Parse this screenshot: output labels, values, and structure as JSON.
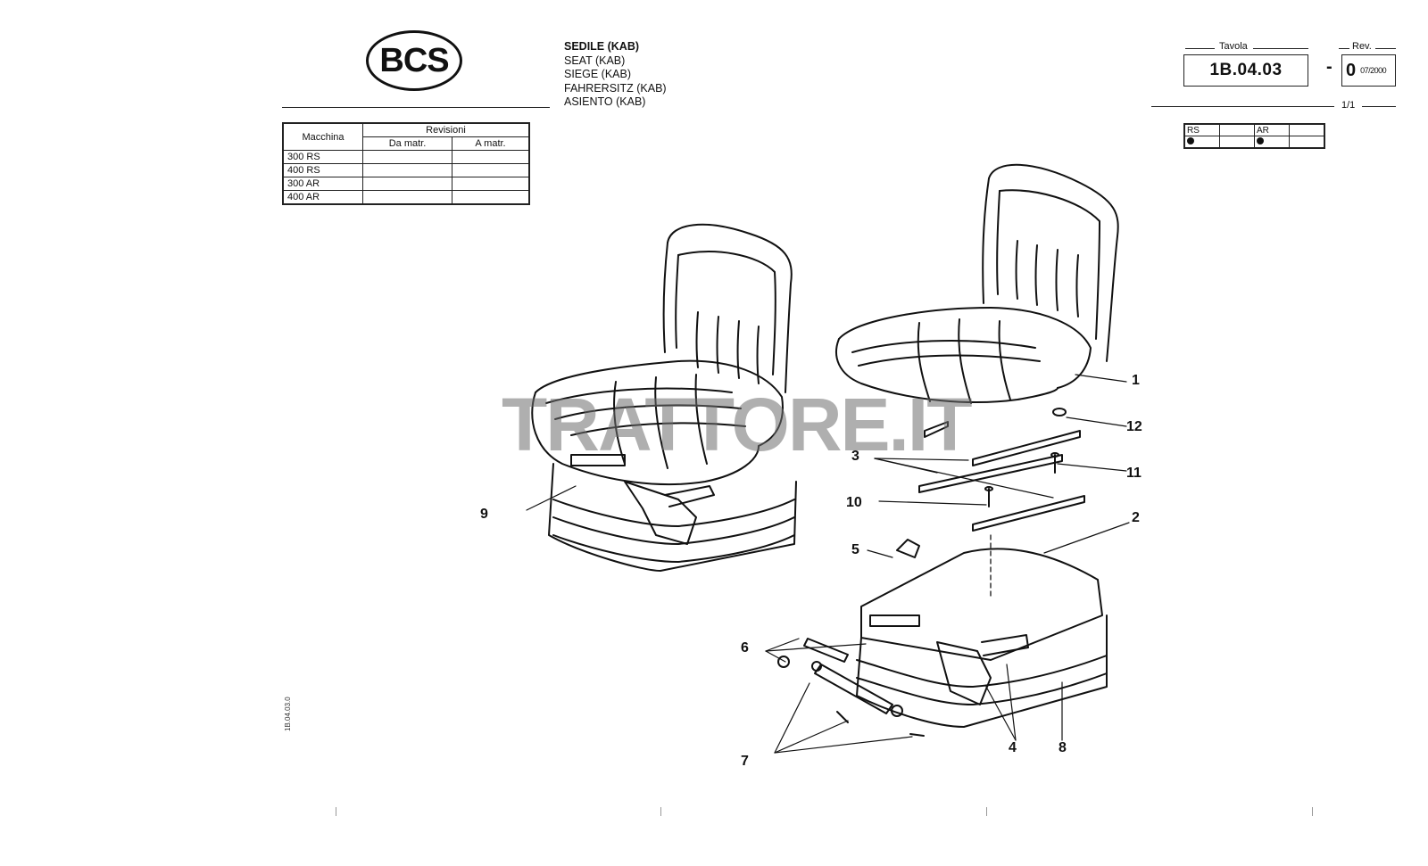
{
  "logo": {
    "text": "BCS"
  },
  "titles": [
    "SEDILE (KAB)",
    "SEAT (KAB)",
    "SIEGE (KAB)",
    "FAHRERSITZ (KAB)",
    "ASIENTO (KAB)"
  ],
  "machine_table": {
    "col_machine": "Macchina",
    "col_revisions": "Revisioni",
    "col_from": "Da matr.",
    "col_to": "A matr.",
    "rows": [
      "300 RS",
      "400 RS",
      "300 AR",
      "400 AR"
    ]
  },
  "sheet": {
    "tavola_label": "Tavola",
    "tavola_value": "1B.04.03",
    "rev_label": "Rev.",
    "rev_value": "0",
    "rev_date": "07/2000",
    "page": "1/1",
    "dash": "-"
  },
  "indicators": [
    {
      "label": "RS",
      "marked": true
    },
    {
      "label": "",
      "marked": false
    },
    {
      "label": "AR",
      "marked": true
    },
    {
      "label": "",
      "marked": false
    }
  ],
  "watermark": "TRATTORE.IT",
  "side_code": "1B.04.03.0",
  "callouts": {
    "c1": "1",
    "c2": "2",
    "c3": "3",
    "c4": "4",
    "c5": "5",
    "c6": "6",
    "c7": "7",
    "c8": "8",
    "c9": "9",
    "c10": "10",
    "c11": "11",
    "c12": "12"
  },
  "icons": {
    "logo": "bcs-oval-logo",
    "seat-assembled": "tractor-seat-icon",
    "seat-exploded": "tractor-seat-exploded-icon"
  }
}
